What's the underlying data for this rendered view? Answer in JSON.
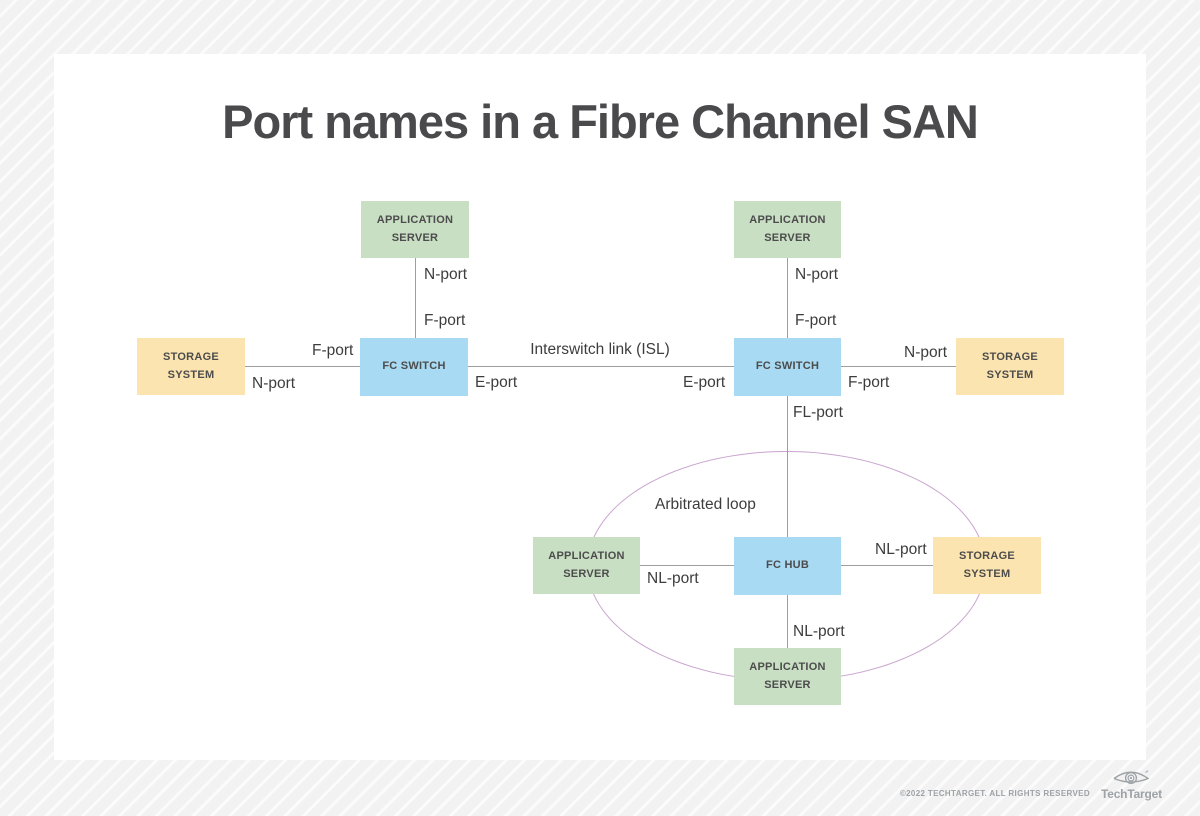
{
  "title": "Port names in a Fibre Channel SAN",
  "nodes": [
    {
      "id": "app-server-top-left",
      "type": "application-server",
      "label": "APPLICATION SERVER"
    },
    {
      "id": "app-server-top-right",
      "type": "application-server",
      "label": "APPLICATION SERVER"
    },
    {
      "id": "storage-system-left",
      "type": "storage-system",
      "label": "STORAGE SYSTEM"
    },
    {
      "id": "fc-switch-left",
      "type": "fc-switch",
      "label": "FC SWITCH"
    },
    {
      "id": "fc-switch-right",
      "type": "fc-switch",
      "label": "FC SWITCH"
    },
    {
      "id": "storage-system-right",
      "type": "storage-system",
      "label": "STORAGE SYSTEM"
    },
    {
      "id": "app-server-loop-left",
      "type": "application-server",
      "label": "APPLICATION SERVER"
    },
    {
      "id": "fc-hub",
      "type": "fc-hub",
      "label": "FC HUB"
    },
    {
      "id": "storage-system-loop-right",
      "type": "storage-system",
      "label": "STORAGE SYSTEM"
    },
    {
      "id": "app-server-loop-bottom",
      "type": "application-server",
      "label": "APPLICATION SERVER"
    }
  ],
  "labels": [
    {
      "id": "n-port-top-left",
      "text": "N-port"
    },
    {
      "id": "f-port-top-left",
      "text": "F-port"
    },
    {
      "id": "f-port-left-storage",
      "text": "F-port"
    },
    {
      "id": "n-port-left-storage",
      "text": "N-port"
    },
    {
      "id": "interswitch-link",
      "text": "Interswitch link (ISL)"
    },
    {
      "id": "e-port-left",
      "text": "E-port"
    },
    {
      "id": "e-port-right",
      "text": "E-port"
    },
    {
      "id": "n-port-top-right",
      "text": "N-port"
    },
    {
      "id": "f-port-top-right",
      "text": "F-port"
    },
    {
      "id": "n-port-right-storage",
      "text": "N-port"
    },
    {
      "id": "f-port-right-storage",
      "text": "F-port"
    },
    {
      "id": "fl-port",
      "text": "FL-port"
    },
    {
      "id": "arbitrated-loop",
      "text": "Arbitrated loop"
    },
    {
      "id": "nl-port-left",
      "text": "NL-port"
    },
    {
      "id": "nl-port-right",
      "text": "NL-port"
    },
    {
      "id": "nl-port-bottom",
      "text": "NL-port"
    }
  ],
  "footer": {
    "copyright": "©2022 TECHTARGET. ALL RIGHTS RESERVED",
    "logo": "TechTarget"
  },
  "colors": {
    "app_server_fill": "#c9dfc4",
    "switch_fill": "#a8daf3",
    "storage_fill": "#fbe4b0",
    "loop_stroke": "#c9a3cf",
    "connector": "#9e9e9e",
    "title_text": "#4a4a4c",
    "label_text": "#3d3d3d",
    "node_text": "#4c4c4c",
    "footer_text": "#9da2a6",
    "page_bg": "#f2f2f2",
    "stripe": "#fbfbfb",
    "panel_bg": "#ffffff"
  }
}
